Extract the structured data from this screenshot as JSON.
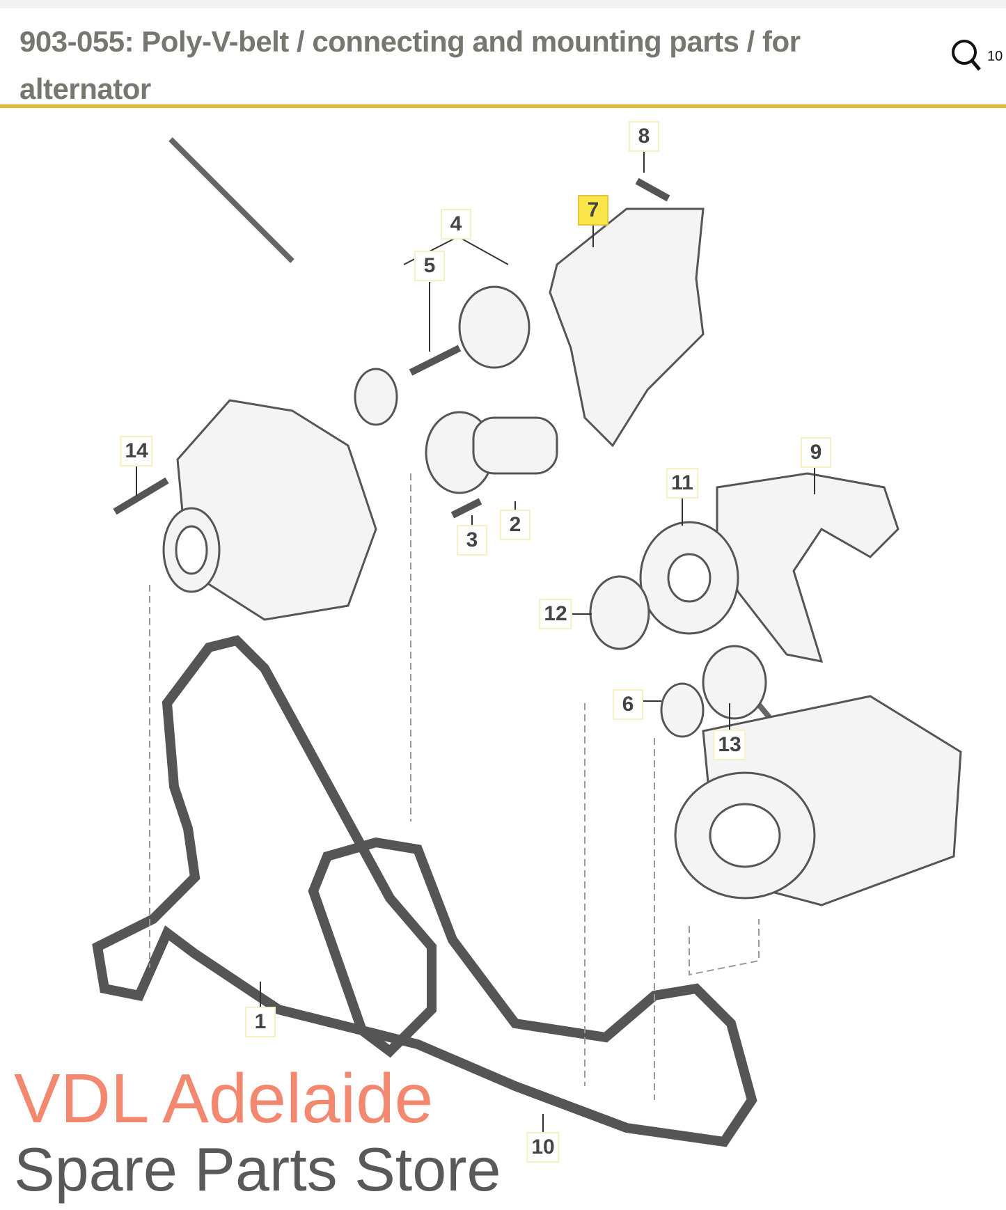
{
  "header": {
    "title": "903-055: Poly-V-belt / connecting and mounting parts / for alternator",
    "zoom_count": "10"
  },
  "diagram": {
    "callouts": [
      {
        "label": "1"
      },
      {
        "label": "2"
      },
      {
        "label": "3"
      },
      {
        "label": "4"
      },
      {
        "label": "5"
      },
      {
        "label": "6"
      },
      {
        "label": "7"
      },
      {
        "label": "8"
      },
      {
        "label": "9"
      },
      {
        "label": "10"
      },
      {
        "label": "11"
      },
      {
        "label": "12"
      },
      {
        "label": "13"
      },
      {
        "label": "14"
      }
    ],
    "selected_callout": "7"
  },
  "watermark": {
    "line1": "VDL Adelaide",
    "line2": "Spare Parts Store"
  },
  "colors": {
    "accent": "#e2b92f",
    "highlight": "#fbe64a",
    "watermark": "#f06e50",
    "title": "#77766f"
  }
}
